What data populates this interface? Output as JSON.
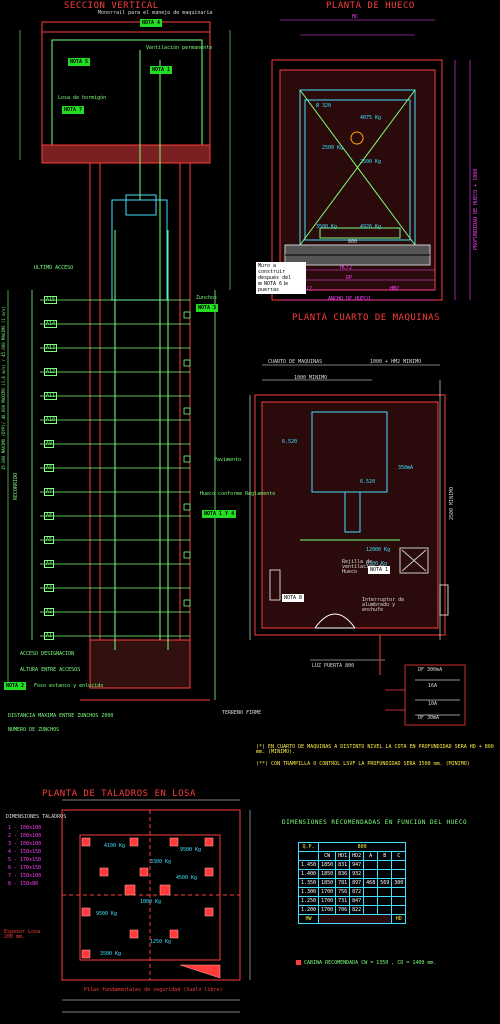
{
  "titles": {
    "section": "SECCION VERTICAL",
    "plan_shaft": "PLANTA DE HUECO",
    "plan_machine": "PLANTA CUARTO DE MAQUINAS",
    "plan_drill": "PLANTA DE TALADROS EN LOSA",
    "dimensions": "DIMENSIONES RECOMENDADAS EN FUNCION DEL HUECO"
  },
  "section": {
    "monorail": "Monorrail para el manejo de maquinaria",
    "vent": "Ventilación permanente",
    "slab": "Losa de hormigón",
    "last_access": "ULTIMO ACCESO",
    "route": "RECORRIDO",
    "first_access": "ACCESO DESIGNACION",
    "height_access": "ALTURA ENTRE ACCESOS",
    "pit": "Foso estanco y enlucido",
    "max_dist": "DISTANCIA MAXIMA ENTRE ZUNCHOS 2000",
    "num_zunchos": "NUMERO DE ZUNCHOS",
    "firm": "TERRENO FIRME",
    "zunchos": "Zunchos",
    "pavement": "Pavimento",
    "hueco": "Hueco conforme Reglamento",
    "dim_range": "35.000 MAXIMO (DYP)/ 40.000 MAXIMO (1,6 m/s) / 45.000 MAXIMO (1 m/s)",
    "levels": [
      "A15",
      "A14",
      "A13",
      "A12",
      "A11",
      "A10",
      "A9",
      "A8",
      "A7",
      "A6",
      "A5",
      "A4",
      "A3",
      "A2",
      "A1"
    ],
    "notes": [
      "NOTA 4",
      "NOTA 5",
      "NOTA 1",
      "NOTA 7",
      "NOTA 3",
      "NOTA 1 Y 4",
      "NOTA 2"
    ]
  },
  "shaft": {
    "labels": [
      "HC/2",
      "HC",
      "HM/2",
      "HM2",
      "DP",
      "ANCHO DE HUECO",
      "800",
      "Ø 320",
      "2500 Kg",
      "4075 Kg",
      "2500 Kg",
      "4926 Kg",
      "3500 Kg"
    ],
    "note": "Muro a construir después del montaje de puertas",
    "note_ref": "NOTA 6",
    "side": "PROFUNDIDAD DE HUECO + 1000"
  },
  "machine": {
    "room": "CUARTO DE MAQUINAS",
    "room_width": "1000 + HM2 MINIMO",
    "min": "1000 MINIMO",
    "vent": "Rejilla de ventilación de Hueco",
    "switch": "Interruptor de alumbrado y enchufe",
    "door": "LUZ PUERTA 800",
    "height": "2500 MINIMO",
    "note_ref": "NOTA 8",
    "note_ref2": "NOTA 1",
    "breakers": [
      "DF 300mA",
      "16A",
      "10A",
      "DF 30mA"
    ],
    "dims": [
      "6.520",
      "6.520",
      "350mA",
      "12000 Kg",
      "6500 Kg"
    ]
  },
  "footnotes": [
    "(*) EN CUARTO DE MAQUINAS A DISTINTO NIVEL LA COTA EN PROFUNDIDAD SERA HD + 800 mm. (MINIMO).",
    "(**) CON TRAMPILLA O CONTROL LSVF LA PROFUNDIDAD SERA 3500 mm. (MINIMO)"
  ],
  "drill": {
    "legend_title": "DIMENSIONES TALADROS",
    "legend": [
      "1 - 100x100",
      "2 - 100x100",
      "3 - 100x100",
      "4 - 150x150",
      "5 - 170x150",
      "6 - 170x150",
      "7 - 150x100",
      "8 - 150x80"
    ],
    "labels": [
      "Espesor Losa 200 mm.",
      "Pilas fundamentales de seguridad (Suelo libre)"
    ],
    "dims": [
      "4100 Kg",
      "3300 Kg",
      "9500 Kg",
      "4500 Kg",
      "1000 Kg",
      "9500 Kg",
      "1250 Kg",
      "3500 Kg"
    ]
  },
  "table": {
    "header": [
      "Q.P.",
      "800",
      "CW",
      "HD1",
      "HD2",
      "A",
      "B",
      "C"
    ],
    "rows": [
      [
        "1.450",
        "1850",
        "831",
        "947",
        "",
        "",
        ""
      ],
      [
        "1.400",
        "1850",
        "836",
        "932",
        "",
        "",
        ""
      ],
      [
        "1.350",
        "1850",
        "781",
        "897",
        "468",
        "569",
        "300"
      ],
      [
        "1.300",
        "1700",
        "756",
        "872",
        "",
        "",
        ""
      ],
      [
        "1.250",
        "1700",
        "731",
        "847",
        "",
        "",
        ""
      ],
      [
        "1.200",
        "1700",
        "706",
        "822",
        "",
        "",
        ""
      ]
    ],
    "footer": [
      "HW",
      "HD"
    ],
    "note": "CABINA RECOMENDADA CW = 1350 , CD = 1400 mm."
  }
}
